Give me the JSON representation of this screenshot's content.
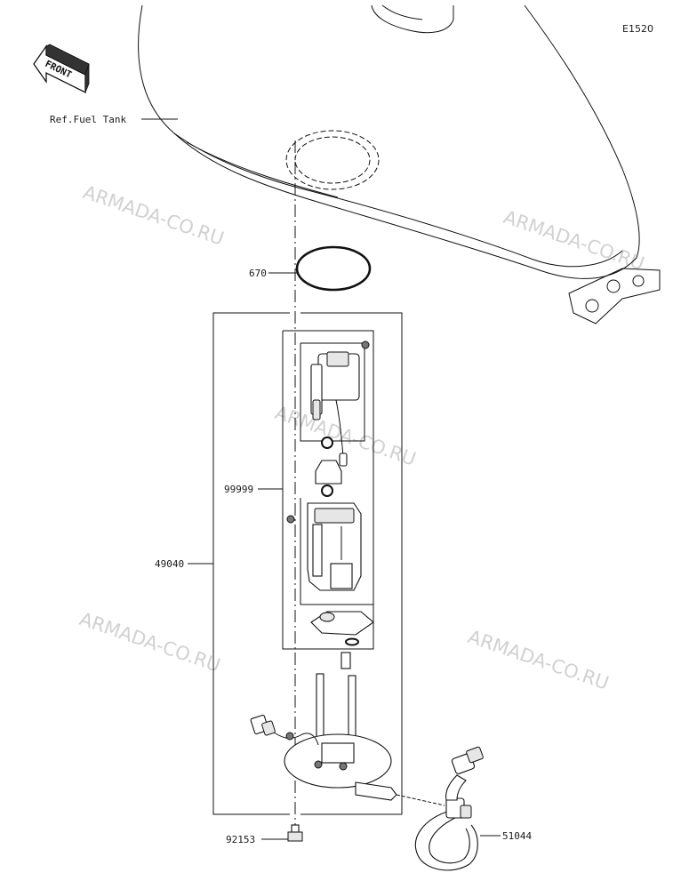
{
  "diagram_code": "E1520",
  "front_badge": "FRONT",
  "ref_label": "Ref.Fuel Tank",
  "parts": [
    {
      "key": "gasket",
      "number": "670"
    },
    {
      "key": "pump_inner",
      "number": "99999"
    },
    {
      "key": "pump_assy",
      "number": "49040"
    },
    {
      "key": "bolt",
      "number": "92153"
    },
    {
      "key": "hose",
      "number": "51044"
    }
  ],
  "watermarks": [
    "ARMADA-CO.RU",
    "ARMADA-CO.RU",
    "ARMADA-CO.RU",
    "ARMADA-CO.RU",
    "ARMADA-CO.RU"
  ],
  "colors": {
    "line": "#111111",
    "watermark": "#c9c9c9",
    "background": "#ffffff"
  }
}
